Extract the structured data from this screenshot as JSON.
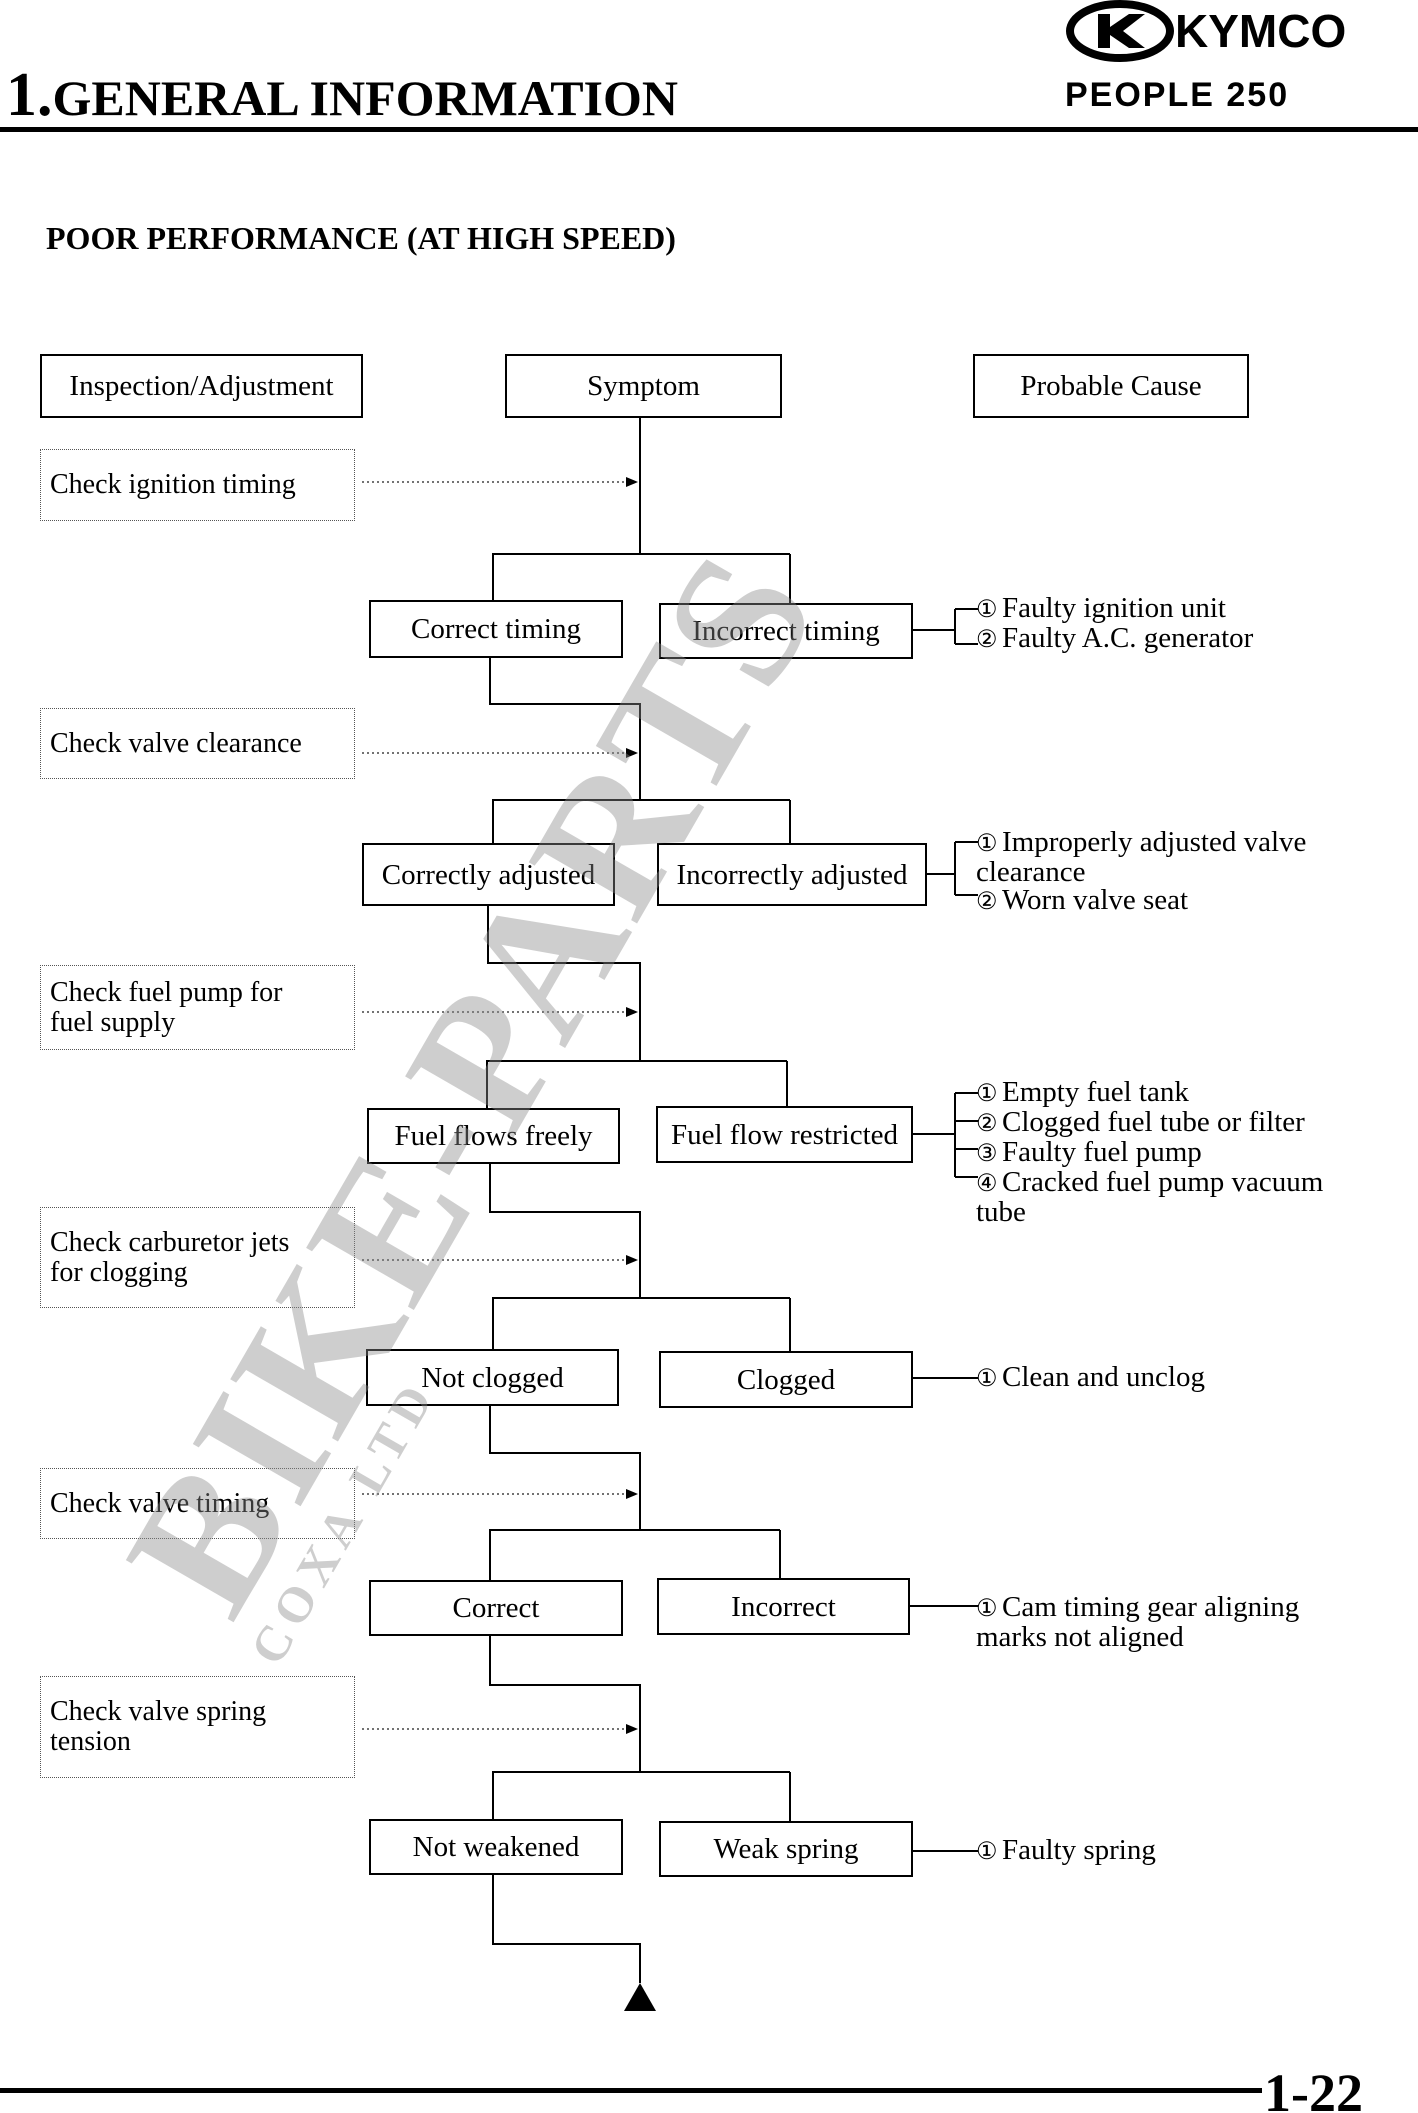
{
  "header": {
    "section_number": "1.",
    "title": "GENERAL INFORMATION",
    "brand": "KYMCO",
    "model": "PEOPLE 250"
  },
  "section_title": "POOR PERFORMANCE (AT HIGH SPEED)",
  "columns": {
    "inspection": "Inspection/Adjustment",
    "symptom": "Symptom",
    "cause": "Probable Cause"
  },
  "steps": [
    {
      "check": "Check ignition timing",
      "ok": "Correct timing",
      "fault": "Incorrect timing",
      "causes": [
        {
          "n": "①",
          "text": "Faulty ignition unit"
        },
        {
          "n": "②",
          "text": "Faulty A.C. generator"
        }
      ]
    },
    {
      "check": "Check valve clearance",
      "ok": "Correctly adjusted",
      "fault": "Incorrectly adjusted",
      "causes": [
        {
          "n": "①",
          "text": "Improperly adjusted valve\nclearance"
        },
        {
          "n": "②",
          "text": "Worn valve seat"
        }
      ]
    },
    {
      "check": "Check fuel pump for\nfuel supply",
      "ok": "Fuel flows freely",
      "fault": "Fuel flow restricted",
      "causes": [
        {
          "n": "①",
          "text": "Empty fuel tank"
        },
        {
          "n": "②",
          "text": "Clogged fuel tube or filter"
        },
        {
          "n": "③",
          "text": "Faulty fuel pump"
        },
        {
          "n": "④",
          "text": "Cracked fuel pump vacuum\ntube"
        }
      ]
    },
    {
      "check": "Check carburetor jets\nfor clogging",
      "ok": "Not clogged",
      "fault": "Clogged",
      "causes": [
        {
          "n": "①",
          "text": "Clean and unclog"
        }
      ]
    },
    {
      "check": "Check valve timing",
      "ok": "Correct",
      "fault": "Incorrect",
      "causes": [
        {
          "n": "①",
          "text": "Cam timing gear aligning\nmarks not aligned"
        }
      ]
    },
    {
      "check": "Check valve spring\ntension",
      "ok": "Not weakened",
      "fault": "Weak spring",
      "causes": [
        {
          "n": "①",
          "text": "Faulty spring"
        }
      ]
    }
  ],
  "watermark": {
    "main": "BIKE-PARTS",
    "sub": "COXA LTD"
  },
  "page_number": "1-22"
}
